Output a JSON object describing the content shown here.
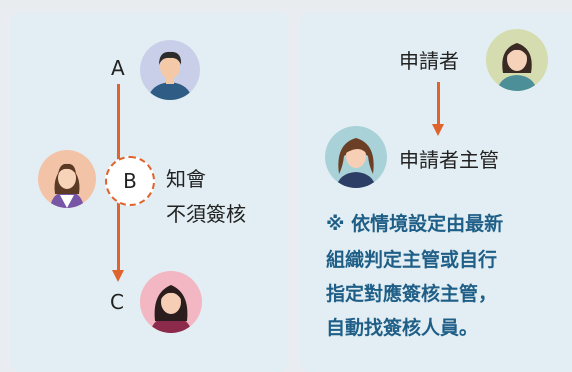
{
  "left_panel": {
    "node_a": "A",
    "node_b": "B",
    "node_c": "C",
    "note_line1": "知會",
    "note_line2": "不須簽核"
  },
  "right_panel": {
    "applicant": "申請者",
    "applicant_manager": "申請者主管",
    "note_lines": [
      "※ 依情境設定由最新",
      "組織判定主管或自行",
      "指定對應簽核主管，",
      "自動找簽核人員。"
    ]
  },
  "colors": {
    "arrow": "#e0622c",
    "note_text": "#1f5f87",
    "panel_bg": "#e2eef3"
  },
  "icons": [
    "man-avatar-icon",
    "woman-avatar-icon",
    "woman-avatar-icon",
    "woman-avatar-icon",
    "woman-avatar-icon"
  ]
}
